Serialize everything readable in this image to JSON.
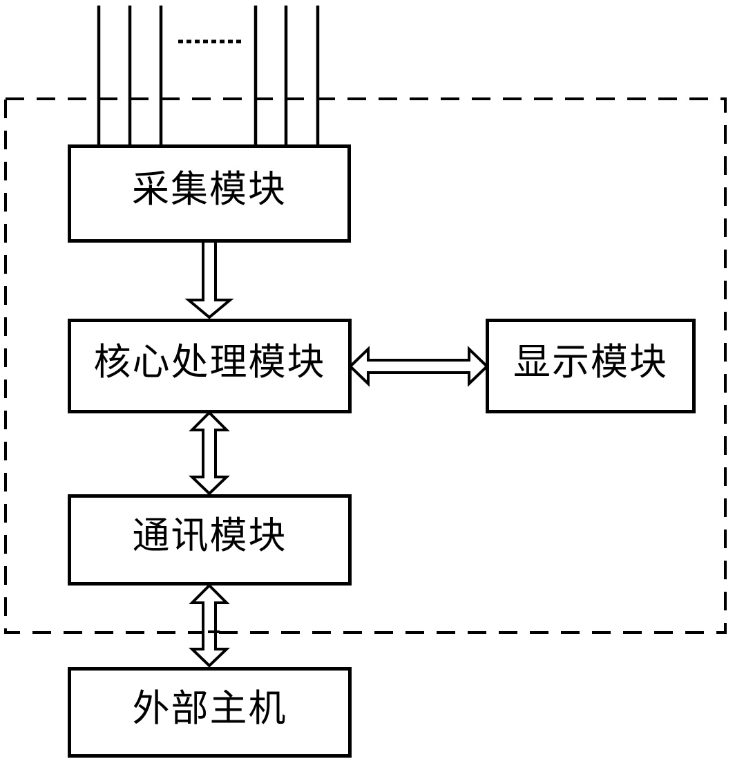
{
  "diagram": {
    "title": "module-block-diagram",
    "boxes": [
      {
        "id": "collection-module",
        "label": "采集模块"
      },
      {
        "id": "core-processing-module",
        "label": "核心处理模块"
      },
      {
        "id": "display-module",
        "label": "显示模块"
      },
      {
        "id": "communication-module",
        "label": "通讯模块"
      },
      {
        "id": "external-host",
        "label": "外部主机"
      }
    ],
    "connections": [
      {
        "from": "collection-module",
        "to": "core-processing-module",
        "direction": "one-way-down"
      },
      {
        "from": "core-processing-module",
        "to": "display-module",
        "direction": "two-way"
      },
      {
        "from": "core-processing-module",
        "to": "communication-module",
        "direction": "two-way"
      },
      {
        "from": "communication-module",
        "to": "external-host",
        "direction": "two-way"
      }
    ],
    "input_lines_count": 6,
    "colors": {
      "line": "#000000",
      "background": "#ffffff"
    }
  }
}
